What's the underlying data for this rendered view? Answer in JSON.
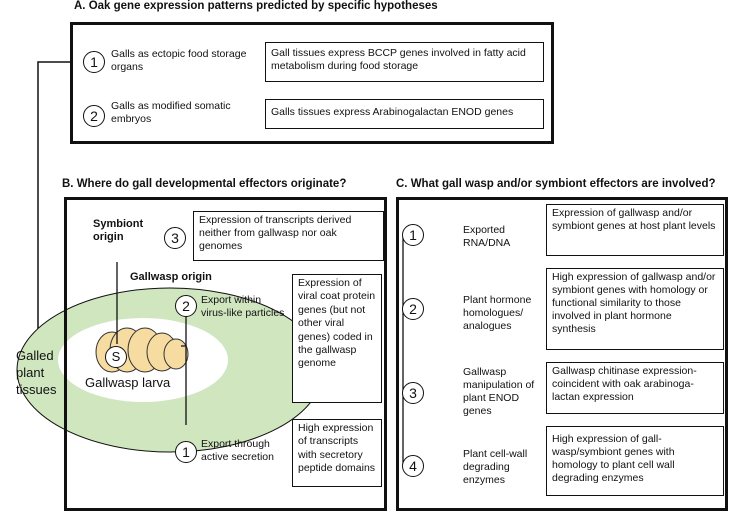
{
  "panel_a": {
    "title": "A. Oak gene expression patterns predicted by specific hypotheses",
    "items": [
      {
        "number": "1",
        "label": "Galls as ectopic food storage organs",
        "box": "Gall tissues express BCCP genes  involved in fatty acid metabolism during food storage"
      },
      {
        "number": "2",
        "label": "Galls as modified somatic embryos",
        "box": "Galls tissues express Arabinogalactan ENOD genes"
      }
    ]
  },
  "panel_b": {
    "title": "B. Where do gall developmental effectors originate?",
    "symbiont_origin": "Symbiont origin",
    "gallwasp_origin": "Gallwasp origin",
    "galled_tissues": "Galled plant tissues",
    "larva": "Gallwasp larva",
    "symbiont_mark": "S",
    "items": [
      {
        "number": "3",
        "box": "Expression of transcripts derived neither from gallwasp nor oak genomes"
      },
      {
        "number": "2",
        "label": "Export within virus-like particles",
        "box": "Expression of viral coat protein genes (but not other viral genes) coded in the gallwasp genome"
      },
      {
        "number": "1",
        "label": "Export through active secretion",
        "box": "High expression of transcripts with secretory peptide domains"
      }
    ]
  },
  "panel_c": {
    "title": "C. What gall wasp and/or symbiont effectors are involved?",
    "items": [
      {
        "number": "1",
        "label": "Exported RNA/DNA",
        "box": "Expression of gallwasp and/or symbiont genes at host plant levels"
      },
      {
        "number": "2",
        "label": "Plant hormone homologues/ analogues",
        "box": "High expression of gallwasp and/or symbiont genes with homology or functional similarity to those involved in plant hormone synthesis"
      },
      {
        "number": "3",
        "label": "Gallwasp manipulation of plant ENOD genes",
        "box": "Gallwasp chitinase expression-coincident with oak arabinoga-lactan expression"
      },
      {
        "number": "4",
        "label": "Plant cell-wall degrading enzymes",
        "box": "High expression of gall-wasp/symbiont genes with homology to plant cell wall degrading enzymes"
      }
    ]
  },
  "colors": {
    "tissue_green": "#cfe6bf",
    "larva_fill": "#f6dca0",
    "stroke": "#111111"
  }
}
